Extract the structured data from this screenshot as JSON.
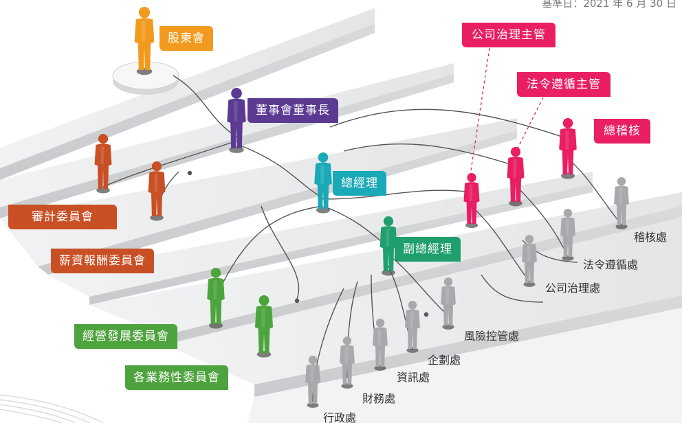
{
  "date_note": "基準日：2021 年 6 月 30 日",
  "colors": {
    "orange": "#F29A1E",
    "purple": "#5B3A92",
    "teal": "#1AA9B6",
    "green_dark": "#1F9E6E",
    "green": "#4DA33D",
    "rust": "#C94F24",
    "pink": "#E91E63",
    "gray": "#A7A9AC"
  },
  "nodes": {
    "shareholders": "股東會",
    "chairman": "董事會董事長",
    "audit_committee": "審計委員會",
    "remuneration_committee": "薪資報酬委員會",
    "business_development_committee": "經營發展委員會",
    "business_committees": "各業務性委員會",
    "president": "總經理",
    "vice_president": "副總經理",
    "corporate_governance_officer": "公司治理主管",
    "compliance_officer": "法令遵循主管",
    "chief_auditor": "總稽核"
  },
  "departments": {
    "audit_dept": "稽核處",
    "compliance_dept": "法令遵循處",
    "governance_dept": "公司治理處",
    "risk_dept": "風險控管處",
    "planning_dept": "企劃處",
    "it_dept": "資訊處",
    "finance_dept": "財務處",
    "admin_dept": "行政處"
  }
}
